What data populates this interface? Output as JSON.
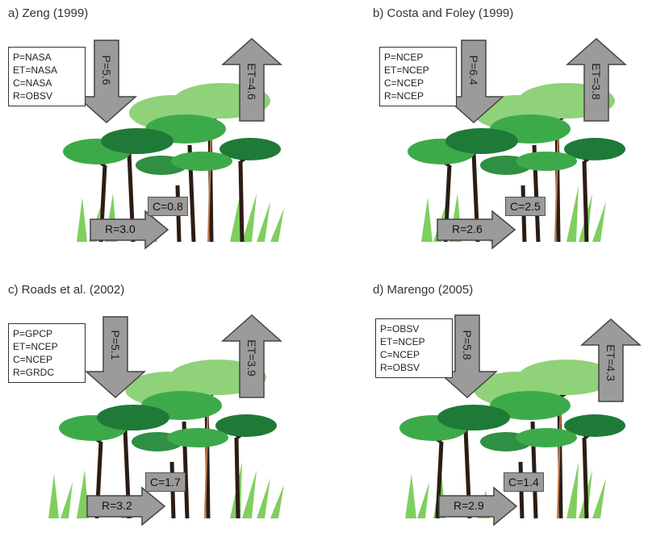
{
  "panels": [
    {
      "title": "a) Zeng (1999)",
      "legend": [
        "P=NASA",
        "ET=NASA",
        "C=NASA",
        "R=OBSV"
      ],
      "P": "P=5.6",
      "ET": "ET=4.6",
      "C": "C=0.8",
      "R": "R=3.0"
    },
    {
      "title": "b) Costa and Foley (1999)",
      "legend": [
        "P=NCEP",
        "ET=NCEP",
        "C=NCEP",
        "R=NCEP"
      ],
      "P": "P=6.4",
      "ET": "ET=3.8",
      "C": "C=2.5",
      "R": "R=2.6"
    },
    {
      "title": "c) Roads et al. (2002)",
      "legend": [
        "P=GPCP",
        "ET=NCEP",
        "C=NCEP",
        "R=GRDC"
      ],
      "P": "P=5.1",
      "ET": "ET=3.9",
      "C": "C=1.7",
      "R": "R=3.2"
    },
    {
      "title": "d) Marengo (2005)",
      "legend": [
        "P=OBSV",
        "ET=NCEP",
        "C=NCEP",
        "R=OBSV"
      ],
      "P": "P=5.8",
      "ET": "ET=4.3",
      "C": "C=1.4",
      "R": "R=2.9"
    }
  ],
  "colors": {
    "arrow_fill": "#9b9b9b",
    "arrow_stroke": "#444444",
    "canopy_light": "#8fd27a",
    "canopy_mid": "#3daa4a",
    "canopy_dark": "#1f7a38",
    "trunk": "#2b1d14",
    "grass": "#7fcf5e"
  }
}
